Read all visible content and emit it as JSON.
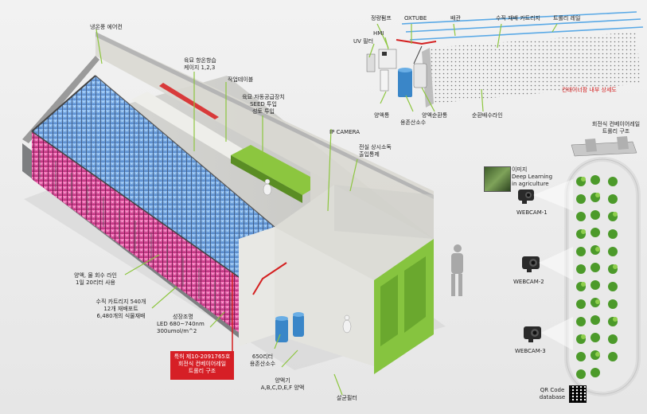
{
  "labels": {
    "cooling": "냉온풍 에어컨",
    "nursery": [
      "육묘 항온항습",
      "케이지 1,2,3"
    ],
    "worktable": "작업테이블",
    "seeder": [
      "육묘 자동공급장치",
      "SEED 투입",
      "성토 투입"
    ],
    "ipcamera": "IP CAMERA",
    "disinfect": [
      "전실 상시소독",
      "출입통제"
    ],
    "nutrient_line": [
      "양액, 물 회수 라인",
      "1일 20리터 사용"
    ],
    "cartridge": [
      "수직 카트리지 540개",
      "12개 재배포트",
      "6,480개의 식물재배"
    ],
    "growlight": [
      "성장조명",
      "LED 680~740nm",
      "300umol/m^2"
    ],
    "patent": [
      "특허 제10-2091765호",
      "회전식 컨베이어레일",
      "트롤리 구조"
    ],
    "ozone_650": [
      "650리터",
      "용존산소수"
    ],
    "nutrient_tanks": [
      "양액기",
      "A,B,C,D,E,F 양액"
    ],
    "sterilize_filter": "살균필터",
    "pump": "정량펌프",
    "oxtube": "OXTUBE",
    "piping": "배관",
    "vertical_cart": "수직 재배 카트리지",
    "trolley_rail": "트롤리 레일",
    "uv_filter": "UV 필터",
    "hmi": "HMI",
    "nutrient_tank": "양액통",
    "dissolved_o2": "용존산소수",
    "nutrient_circ": "양액순환통",
    "circ_line": "순환배수라인",
    "interior_detail": "컨테이너팜 내부 상세도",
    "rotary_rail": [
      "회전식 컨베이어레일",
      "트롤리 구조"
    ],
    "dl_image": [
      "이미지",
      "Deep Learning",
      "in agriculture"
    ],
    "webcam1": "WEBCAM-1",
    "webcam2": "WEBCAM-2",
    "webcam3": "WEBCAM-3",
    "qr": [
      "QR Code",
      "database"
    ]
  },
  "colors": {
    "container_gray": "#8a8c8e",
    "green_panel": "#86c43f",
    "magenta_light": "#e0409a",
    "blue_light": "#4a8fd8",
    "red_accent": "#d61f26",
    "plant_green": "#4c9a2a"
  }
}
